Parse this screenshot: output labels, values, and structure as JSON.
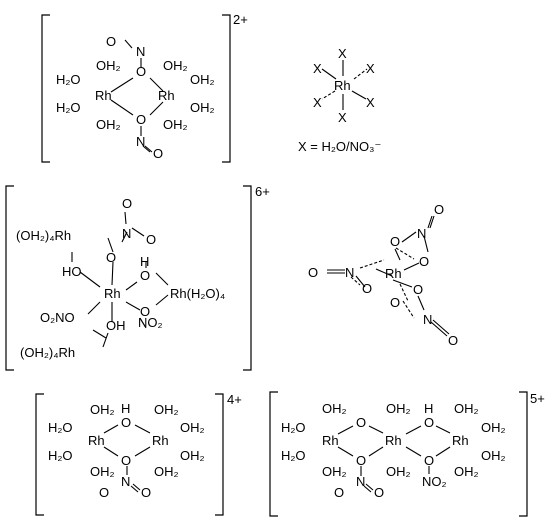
{
  "charges": {
    "dimer_2plus": "2+",
    "trimer_6plus": "6+",
    "dimer_4plus": "4+",
    "trimer_5plus": "5+"
  },
  "legend": {
    "label": "X = H₂O/NO₃⁻",
    "ligand": "X",
    "center": "Rh"
  },
  "atoms": {
    "rh": "Rh",
    "o": "O",
    "n": "N",
    "h2o": "H₂O",
    "oh2": "OH₂",
    "oh": "OH",
    "ho": "HO",
    "h": "H",
    "o2n": "O₂NO",
    "no2": "NO₂",
    "oh2_4_rh": "(OH₂)₄Rh",
    "rh_h2o_4": "Rh(H₂O)₄"
  }
}
